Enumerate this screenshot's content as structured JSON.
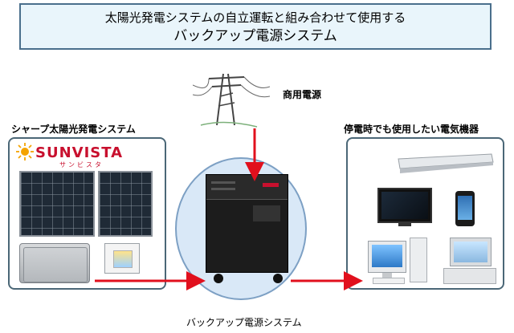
{
  "title": {
    "line1": "太陽光発電システムの自立運転と組み合わせて使用する",
    "line2": "バックアップ電源システム"
  },
  "labels": {
    "commercial_power": "商用電源",
    "solar_system": "シャープ太陽光発電システム",
    "outage_devices": "停電時でも使用したい電気機器",
    "backup_system": "バックアップ電源システム"
  },
  "logo": {
    "text": "SUNVISTA",
    "sub": "サンビスタ"
  },
  "colors": {
    "arrow": "#e1101d",
    "panel_border": "#4b6777",
    "circle_fill": "#d9e8f7",
    "title_bg": "#e9f5fb"
  }
}
